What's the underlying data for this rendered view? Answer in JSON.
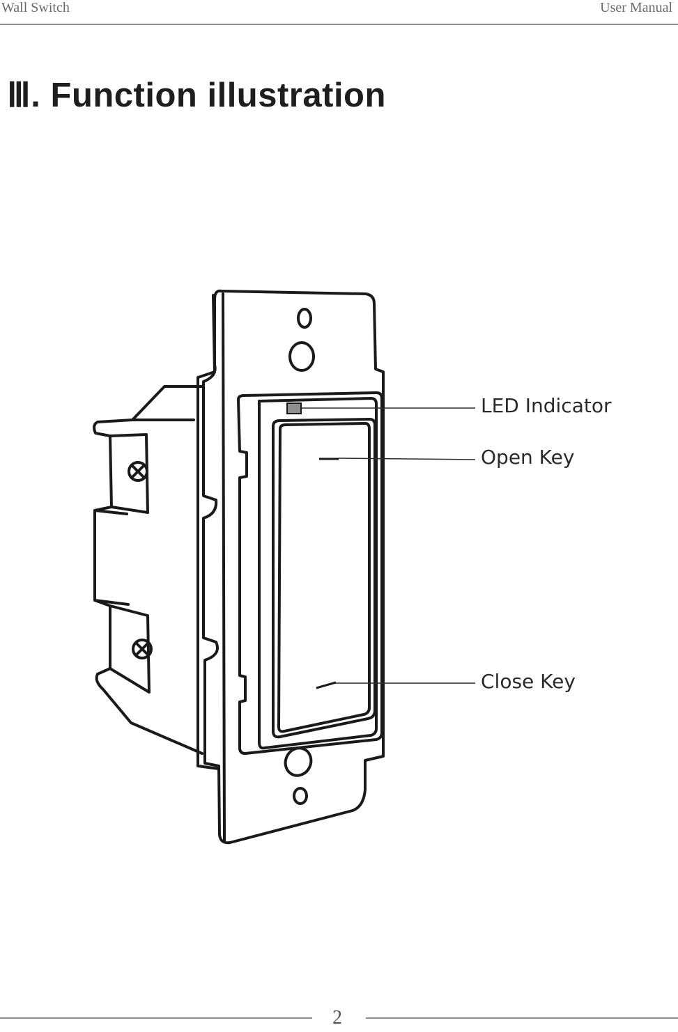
{
  "header": {
    "left_text": "Wall Switch",
    "right_text": "User Manual"
  },
  "section": {
    "title": "Ⅲ. Function illustration"
  },
  "illustration": {
    "callouts": [
      {
        "id": "led",
        "label": "LED Indicator"
      },
      {
        "id": "open",
        "label": "Open Key"
      },
      {
        "id": "close",
        "label": "Close Key"
      }
    ]
  },
  "footer": {
    "page_number": "2"
  }
}
